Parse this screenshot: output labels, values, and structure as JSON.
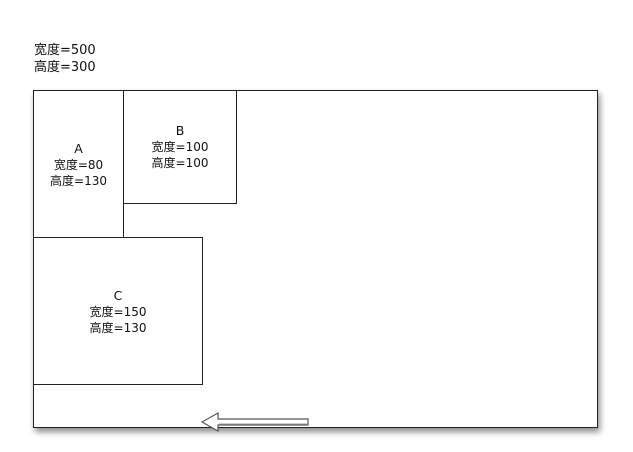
{
  "caption": {
    "width_line": "宽度=500",
    "height_line": "高度=300"
  },
  "boxes": {
    "a": {
      "label": "A",
      "width_line": "宽度=80",
      "height_line": "高度=130"
    },
    "b": {
      "label": "B",
      "width_line": "宽度=100",
      "height_line": "高度=100"
    },
    "c": {
      "label": "C",
      "width_line": "宽度=150",
      "height_line": "高度=130"
    }
  },
  "arrow": {
    "direction": "left"
  },
  "colors": {
    "border": "#222222",
    "arrow_fill": "#ffffff",
    "arrow_stroke": "#555555"
  }
}
